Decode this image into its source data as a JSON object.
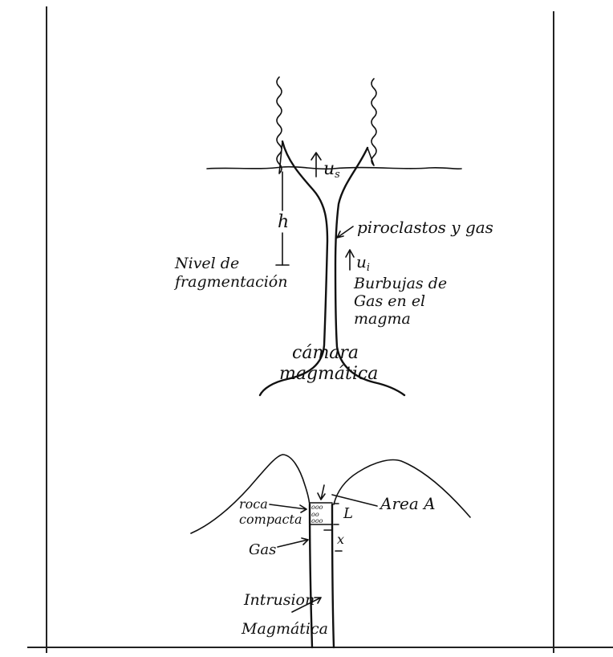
{
  "diagram1": {
    "top_velocity_label": "u",
    "top_velocity_sub": "s",
    "height_label": "h",
    "fragmentation_line1": "Nivel de",
    "fragmentation_line2": "fragmentación",
    "pyroclasts_label": "piroclastos y gas",
    "inner_velocity_label": "u",
    "inner_velocity_sub": "i",
    "bubbles_line1": "Burbujas de",
    "bubbles_line2": "Gas en el",
    "bubbles_line3": "magma",
    "chamber_line1": "cámara",
    "chamber_line2": "magmática"
  },
  "diagram2": {
    "rock_line1": "roca",
    "rock_line2": "compacta",
    "area_label": "Area A",
    "length_label": "L",
    "gas_label": "Gas",
    "x_label": "x",
    "intrusion_line1": "Intrusion",
    "intrusion_line2": "Magmática"
  }
}
